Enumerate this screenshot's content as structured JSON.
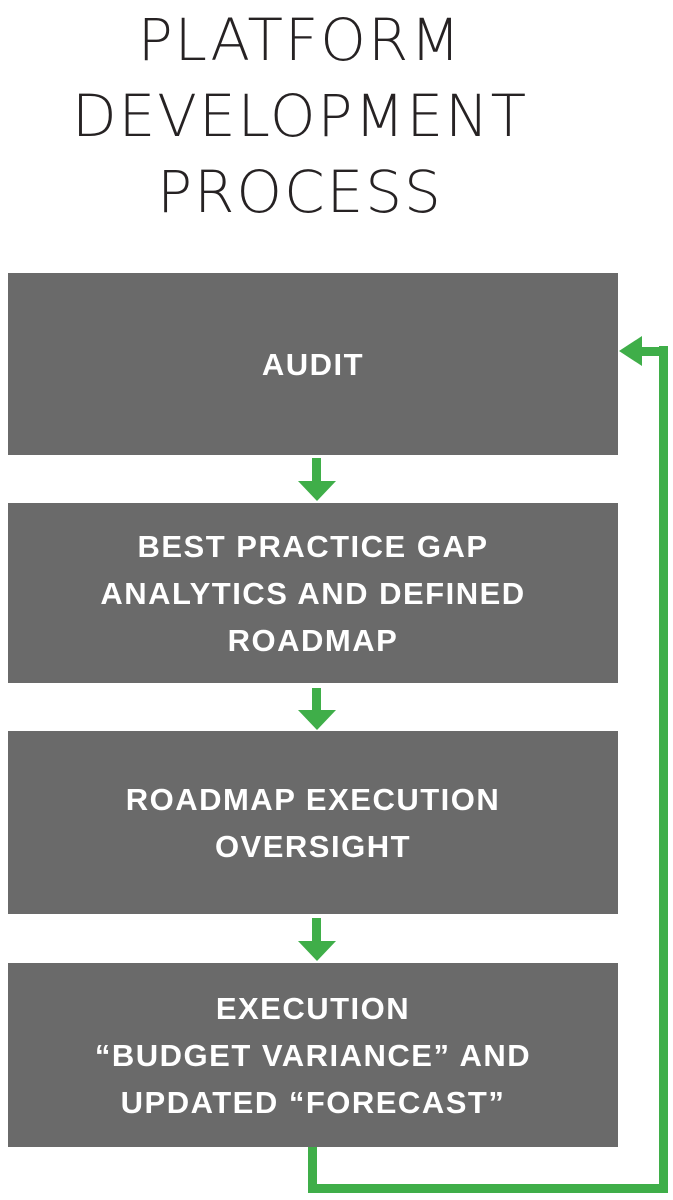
{
  "title": {
    "lines": [
      "PLATFORM",
      "DEVELOPMENT",
      "PROCESS"
    ]
  },
  "process": {
    "steps": [
      {
        "name": "audit",
        "lines": [
          "AUDIT"
        ]
      },
      {
        "name": "best-practice-gap-analytics",
        "lines": [
          "BEST PRACTICE GAP",
          "ANALYTICS AND DEFINED",
          "ROADMAP"
        ]
      },
      {
        "name": "roadmap-execution-oversight",
        "lines": [
          "ROADMAP EXECUTION",
          "OVERSIGHT"
        ]
      },
      {
        "name": "execution-budget-variance",
        "lines": [
          "EXECUTION",
          "“BUDGET VARIANCE” AND",
          "UPDATED “FORECAST”"
        ]
      }
    ]
  },
  "connectors": {
    "down_arrow_count": 3,
    "feedback_loop": "bottom box to AUDIT box right edge"
  },
  "icons": {
    "down_arrow": "down-arrow-icon",
    "left_arrow": "left-arrow-icon"
  },
  "colors": {
    "background": "#FFFFFF",
    "box_gray": "#6A6A6A",
    "arrow_green": "#3FAE49",
    "title_text": "#262223",
    "box_text": "#FFFFFF"
  }
}
